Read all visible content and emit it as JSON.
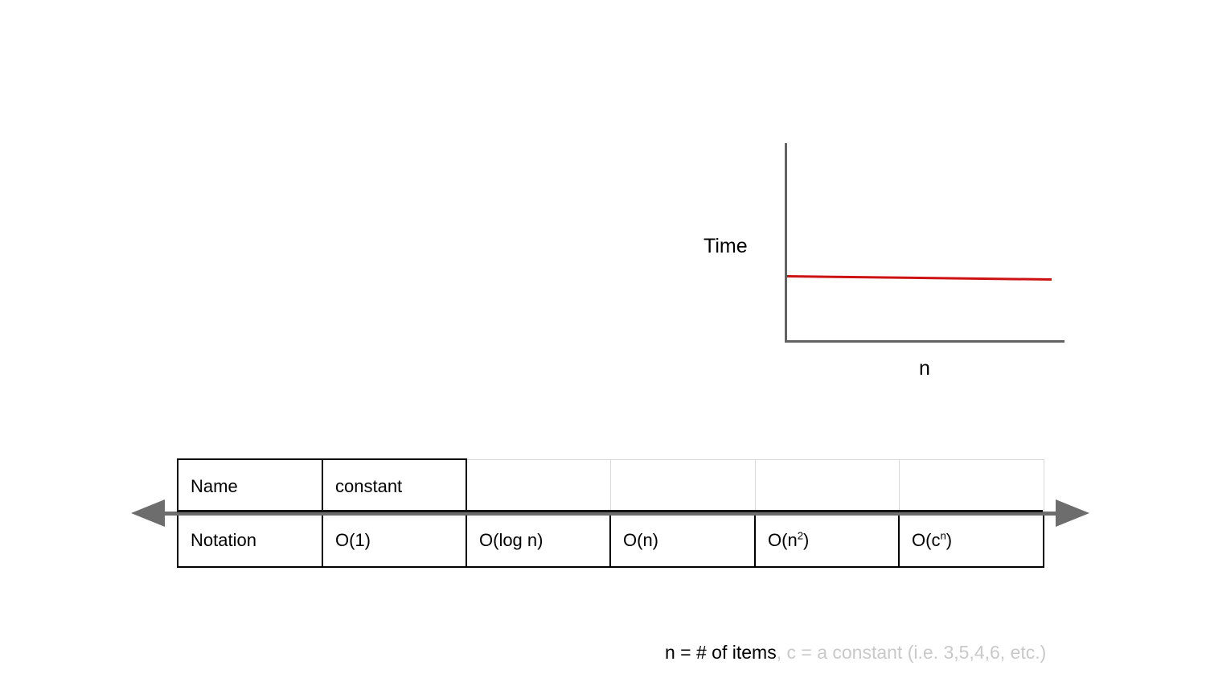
{
  "chart": {
    "ylabel": "Time",
    "xlabel": "n",
    "line_color": "#cc1212",
    "axis_color": "#626262"
  },
  "chart_data": {
    "type": "line",
    "title": "",
    "xlabel": "n",
    "ylabel": "Time",
    "x_range": [
      0,
      1
    ],
    "y_range": [
      0,
      1
    ],
    "series": [
      {
        "name": "constant time O(1)",
        "x": [
          0,
          1
        ],
        "values": [
          0.33,
          0.32
        ],
        "color": "#cc1212"
      }
    ],
    "tick_labels": [],
    "grid": "off",
    "legend_position": "none"
  },
  "arrow": {
    "color": "#6d6d6d"
  },
  "table": {
    "highlight_color": "#d4e0f0",
    "muted_text_color": "#cccccc",
    "row1": [
      "Name",
      "constant",
      "",
      "",
      "",
      ""
    ],
    "row2": [
      {
        "pre": "Notation",
        "sup": "",
        "post": ""
      },
      {
        "pre": "O(1)",
        "sup": "",
        "post": ""
      },
      {
        "pre": "O(log n)",
        "sup": "",
        "post": ""
      },
      {
        "pre": "O(n)",
        "sup": "",
        "post": ""
      },
      {
        "pre": "O(n",
        "sup": "2",
        "post": ")"
      },
      {
        "pre": "O(c",
        "sup": "n",
        "post": ")"
      }
    ]
  },
  "footnote": {
    "black": "n = # of items",
    "gray": ", c = a constant (i.e. 3,5,4,6, etc.)"
  }
}
